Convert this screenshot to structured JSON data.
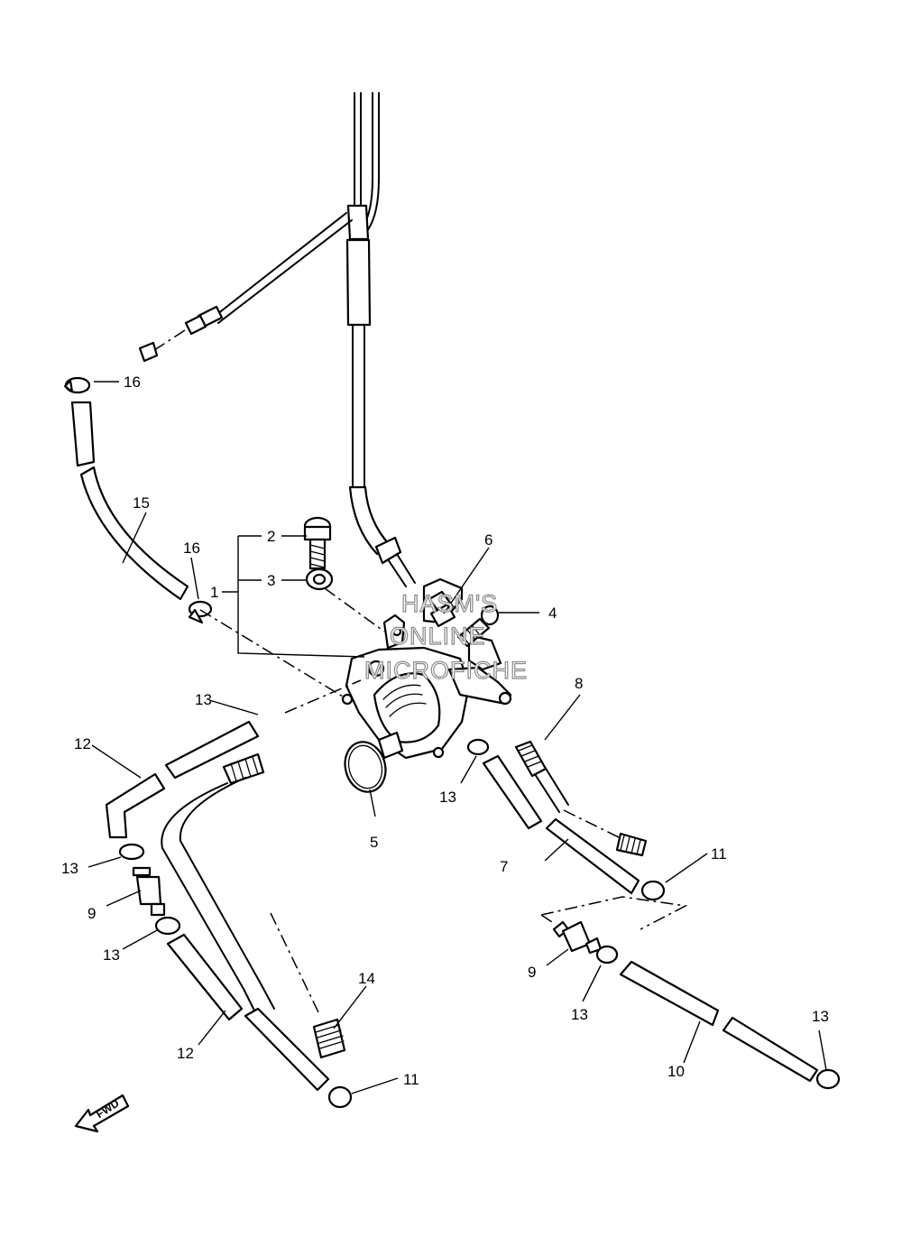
{
  "diagram": {
    "callouts": {
      "c1": "1",
      "c2": "2",
      "c3": "3",
      "c4": "4",
      "c5": "5",
      "c6": "6",
      "c7": "7",
      "c8": "8",
      "c9a": "9",
      "c9b": "9",
      "c10": "10",
      "c11a": "11",
      "c11b": "11",
      "c12a": "12",
      "c12b": "12",
      "c13a": "13",
      "c13b": "13",
      "c13c": "13",
      "c13d": "13",
      "c13e": "13",
      "c13f": "13",
      "c14": "14",
      "c15": "15",
      "c16a": "16",
      "c16b": "16"
    },
    "fwd_label": "FWD",
    "watermark": {
      "line1": "HASM'S",
      "line2": "ONLINE",
      "line3": "MICROFICHE"
    }
  }
}
